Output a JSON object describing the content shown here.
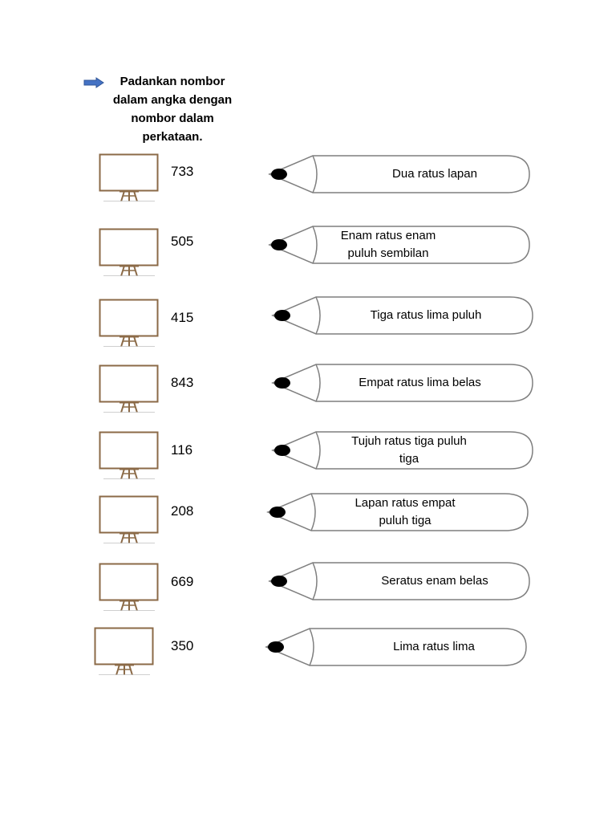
{
  "instruction": "Padankan nombor dalam angka dengan nombor dalam perkataan.",
  "numbers": [
    "733",
    "505",
    "415",
    "843",
    "116",
    "208",
    "669",
    "350"
  ],
  "words": [
    "Dua ratus lapan",
    "Enam ratus enam puluh sembilan",
    "Tiga ratus lima puluh",
    "Empat ratus lima belas",
    "Tujuh ratus tiga puluh tiga",
    "Lapan ratus empat puluh tiga",
    "Seratus enam belas",
    "Lima ratus lima"
  ],
  "colors": {
    "arrow": "#4472c4",
    "easel_frame": "#8b6a47",
    "pencil_outline": "#7f7f7f",
    "pencil_tip": "#000000"
  }
}
